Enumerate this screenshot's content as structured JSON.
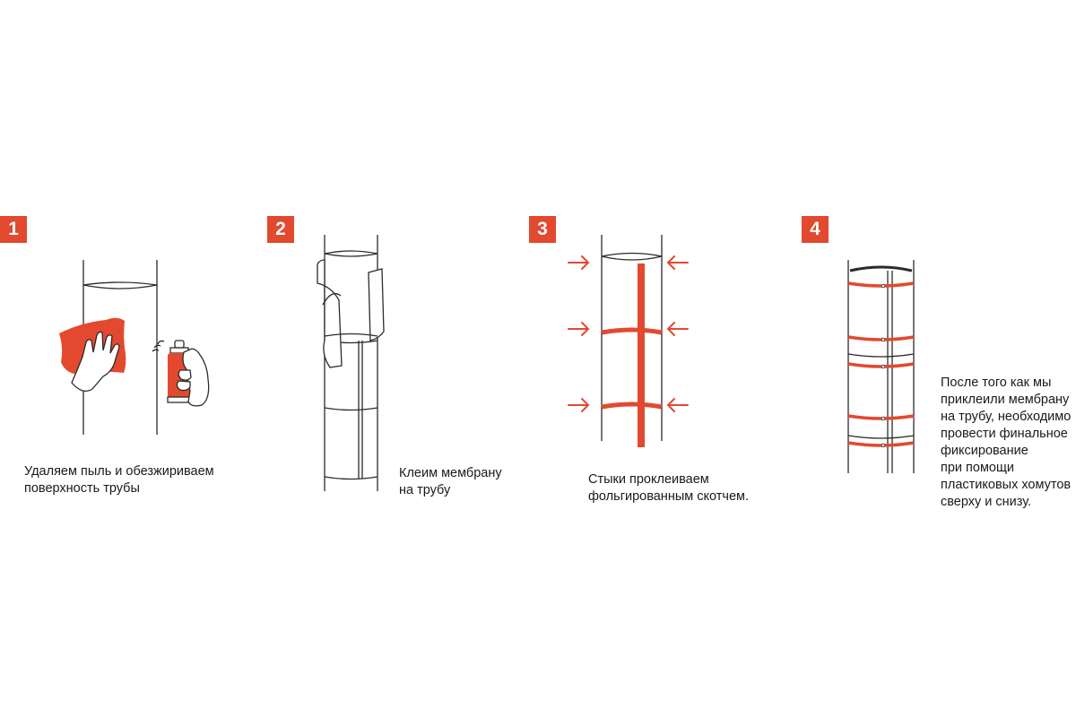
{
  "accent_color": "#e2492f",
  "steps": [
    {
      "number": "1",
      "text": "Удаляем пыль и обезжириваем\nповерхность трубы"
    },
    {
      "number": "2",
      "text": "Клеим мембрану\nна трубу"
    },
    {
      "number": "3",
      "text": "Стыки проклеиваем\nфольгированным скотчем."
    },
    {
      "number": "4",
      "text": "После того как мы\nприклеили мембрану\nна трубу, необходимо\nпровести финальное\nфиксирование\nпри помощи\nпластиковых хомутов\nсверху и снизу."
    }
  ]
}
